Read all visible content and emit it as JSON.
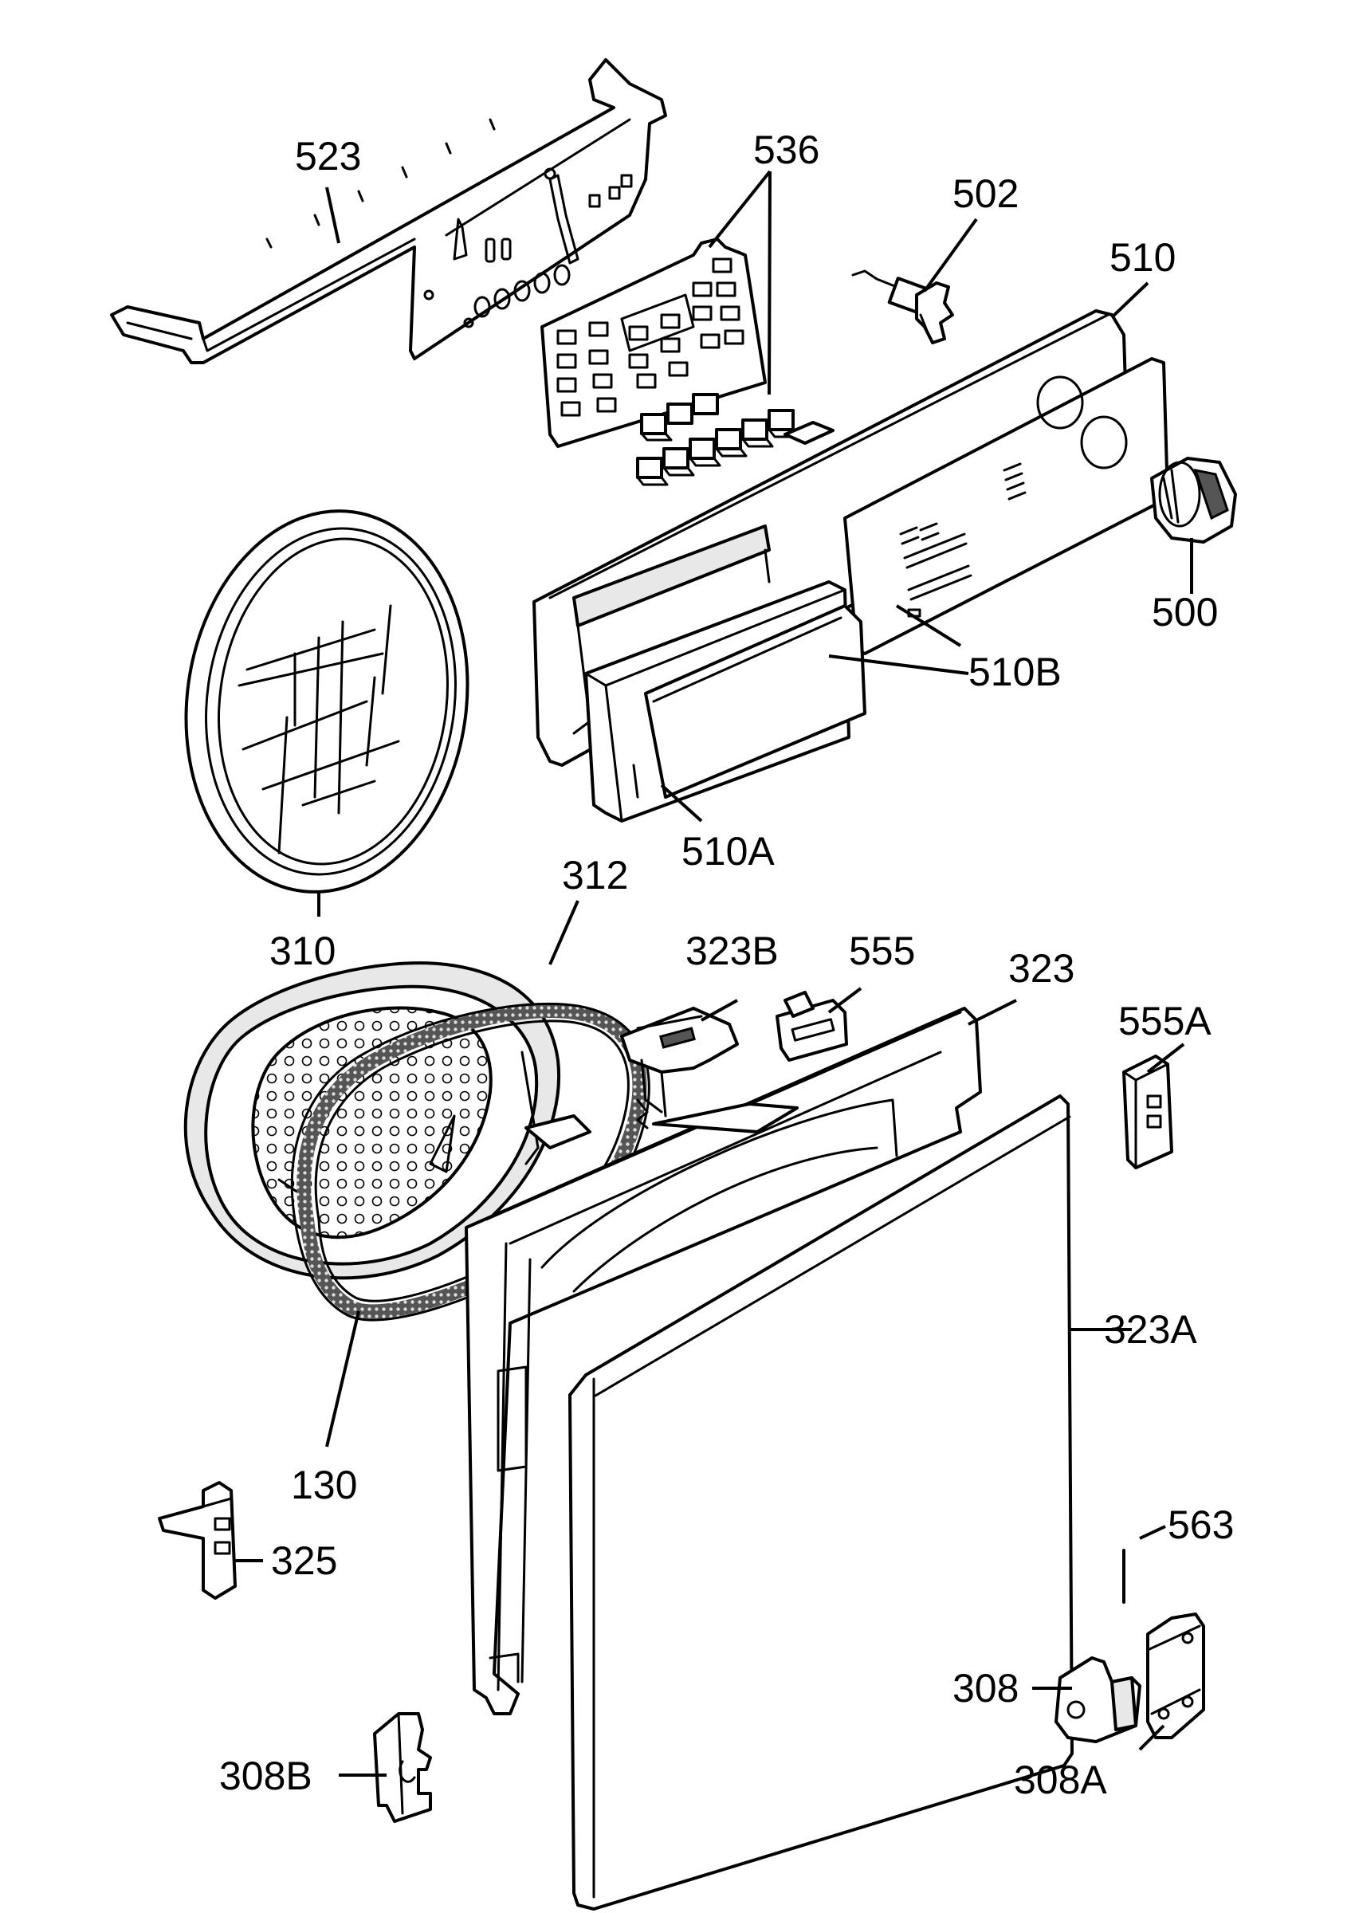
{
  "labels": {
    "l523": "523",
    "l536": "536",
    "l502": "502",
    "l510": "510",
    "l500": "500",
    "l510B": "510B",
    "l510A": "510A",
    "l312": "312",
    "l310": "310",
    "l323B": "323B",
    "l555": "555",
    "l323": "323",
    "l555A": "555A",
    "l323A": "323A",
    "l130": "130",
    "l325": "325",
    "l563": "563",
    "l308": "308",
    "l308A": "308A",
    "l308B": "308B"
  }
}
